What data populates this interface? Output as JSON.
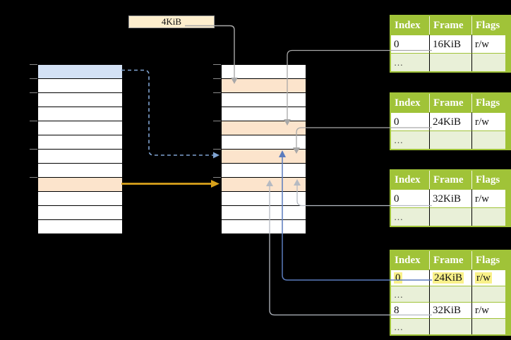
{
  "size_label": {
    "text": "4KiB"
  },
  "virtual_column": {
    "rows": [
      "blue",
      "white",
      "white",
      "white",
      "white",
      "white",
      "white",
      "white",
      "orange",
      "white",
      "white",
      "white"
    ]
  },
  "physical_column": {
    "rows": [
      "white",
      "orange",
      "white",
      "white",
      "orange",
      "white",
      "orange",
      "white",
      "orange",
      "white",
      "white",
      "white"
    ]
  },
  "tick_rows": [
    0,
    1,
    2,
    4,
    6,
    8
  ],
  "tables": [
    {
      "name": "page-table-frame-16kib",
      "cls": "pt1",
      "headers": [
        "Index",
        "Frame",
        "Flags"
      ],
      "rows": [
        {
          "type": "data",
          "cells": [
            "0",
            "16KiB",
            "r/w"
          ],
          "highlight": false
        },
        {
          "type": "dots",
          "cells": [
            "…",
            "",
            ""
          ],
          "highlight": false
        }
      ]
    },
    {
      "name": "page-table-frame-24kib",
      "cls": "pt2",
      "headers": [
        "Index",
        "Frame",
        "Flags"
      ],
      "rows": [
        {
          "type": "data",
          "cells": [
            "0",
            "24KiB",
            "r/w"
          ],
          "highlight": false
        },
        {
          "type": "dots",
          "cells": [
            "…",
            "",
            ""
          ],
          "highlight": false
        }
      ]
    },
    {
      "name": "page-table-frame-32kib",
      "cls": "pt3",
      "headers": [
        "Index",
        "Frame",
        "Flags"
      ],
      "rows": [
        {
          "type": "data",
          "cells": [
            "0",
            "32KiB",
            "r/w"
          ],
          "highlight": false
        },
        {
          "type": "dots",
          "cells": [
            "…",
            "",
            ""
          ],
          "highlight": false
        }
      ]
    },
    {
      "name": "level2-page-table",
      "cls": "pt4",
      "headers": [
        "Index",
        "Frame",
        "Flags"
      ],
      "rows": [
        {
          "type": "data",
          "cells": [
            "0",
            "24KiB",
            "r/w"
          ],
          "highlight": true
        },
        {
          "type": "dots",
          "cells": [
            "…",
            "",
            ""
          ],
          "highlight": false
        },
        {
          "type": "data",
          "cells": [
            "8",
            "32KiB",
            "r/w"
          ],
          "highlight": false
        },
        {
          "type": "dots",
          "cells": [
            "…",
            "",
            ""
          ],
          "highlight": false
        }
      ]
    }
  ],
  "colors": {
    "white": "#ffffff",
    "blue": "#d3e1f5",
    "orange": "#fce4cc",
    "box_cream": "#fdeecd",
    "header_green": "#a0c338",
    "row_light_green": "#e9f0d8",
    "border_green": "#a0c338",
    "highlight_yellow": "#f9f189",
    "tick_gray": "#8a8a8a",
    "gray_line": "#a8a8a8",
    "gray_light": "#b5bac2",
    "blue_line": "#5b7cbd",
    "dashed_blue": "#7fa3d1",
    "orange_arrow": "#d9a21b"
  }
}
